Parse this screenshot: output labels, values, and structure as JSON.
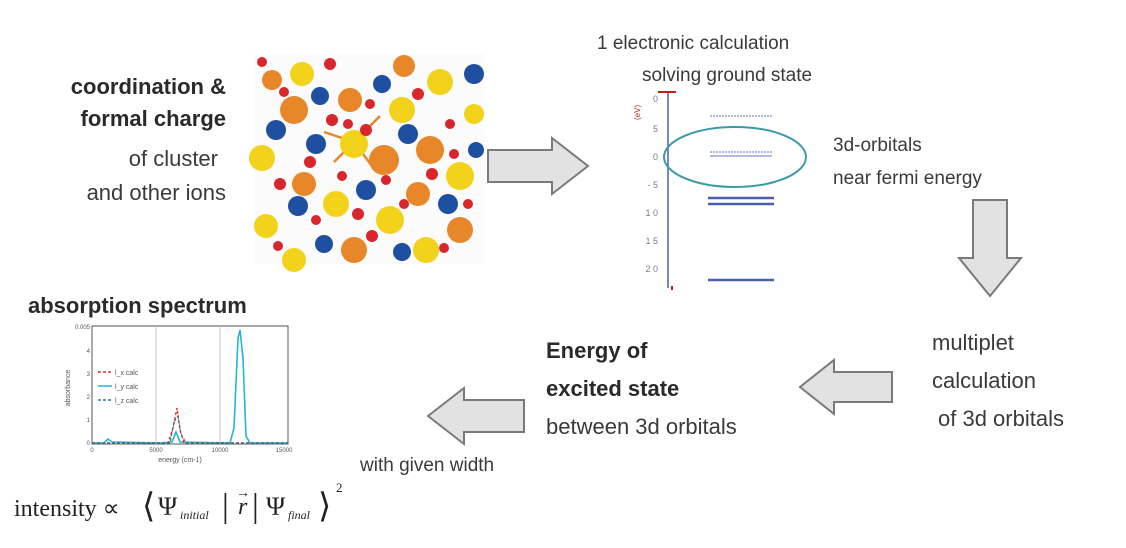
{
  "left_label": {
    "line1": "coordination &",
    "line2": "formal charge",
    "line3": "of cluster",
    "line4": "and other ions"
  },
  "electronic_calc": {
    "line1": "1 electronic calculation",
    "line2": "solving ground state"
  },
  "orbitals_note": {
    "line1": "3d-orbitals",
    "line2": "near fermi energy"
  },
  "energy_levels": {
    "tick_labels": [
      "0",
      "5",
      "0",
      "- 5",
      "1 0",
      "1 5",
      "2 0"
    ],
    "top_label": "(eV)"
  },
  "multiplet": {
    "line1": "multiplet",
    "line2": "calculation",
    "line3": "of 3d orbitals"
  },
  "excited": {
    "line1": "Energy of",
    "line2": "excited state",
    "line3": "between 3d orbitals"
  },
  "spectrum": {
    "title": "absorption spectrum",
    "ylabel": "absorbance",
    "xlabel": "energy (cm-1)",
    "legend": [
      "l_x calc",
      "l_y calc",
      "l_z calc"
    ],
    "yticks": [
      "0.005",
      "4",
      "3",
      "2",
      "1",
      "0"
    ],
    "xticks": [
      "0",
      "5000",
      "10000",
      "15000"
    ]
  },
  "width_note": "with given width",
  "formula": {
    "lhs": "intensity ∝",
    "psi": "Ψ",
    "initial": "initial",
    "operator": "r",
    "final": "final",
    "power": "2"
  },
  "colors": {
    "yellow_atom": "#f2d21a",
    "orange_atom": "#e8862a",
    "blue_atom": "#1f4fa0",
    "red_atom": "#d9262c",
    "level_line": "#4a5fb0",
    "ellipse": "#3a9aa8",
    "arrow_fill": "#e2e2e2",
    "spectrum_cyan": "#22b6d8",
    "spectrum_red": "#e0302a",
    "spectrum_teal": "#2a7a88"
  }
}
